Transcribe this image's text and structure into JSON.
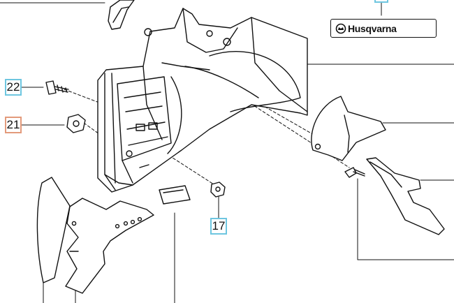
{
  "callouts": {
    "p22": "22",
    "p21": "21",
    "p17": "17"
  },
  "brand_label": "Husqvarna",
  "colors": {
    "callout_border": "#6ec6e0",
    "callout_highlight": "#e39a7b",
    "line": "#111111"
  }
}
